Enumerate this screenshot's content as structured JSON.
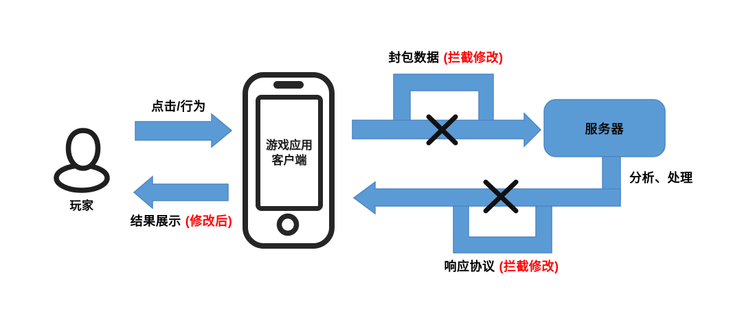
{
  "diagram_title": "game-client-packet-interception-flow",
  "colors": {
    "background": "#ffffff",
    "flow_blue": "#5B9BD5",
    "flow_blue_border": "#4E86C6",
    "icon_black": "#1f1f1f",
    "text_black": "#000000",
    "highlight_red": "#FF0000"
  },
  "player": {
    "label": "玩家"
  },
  "phone": {
    "line1": "游戏应用",
    "line2": "客户端"
  },
  "server": {
    "label": "服务器"
  },
  "labels": {
    "click": "点击/行为",
    "result_black": "结果展示",
    "result_red": "(修改后)",
    "packet_black": "封包数据",
    "packet_red": "(拦截修改)",
    "response_black": "响应协议",
    "response_red": "(拦截修改)",
    "analyze": "分析、处理"
  }
}
